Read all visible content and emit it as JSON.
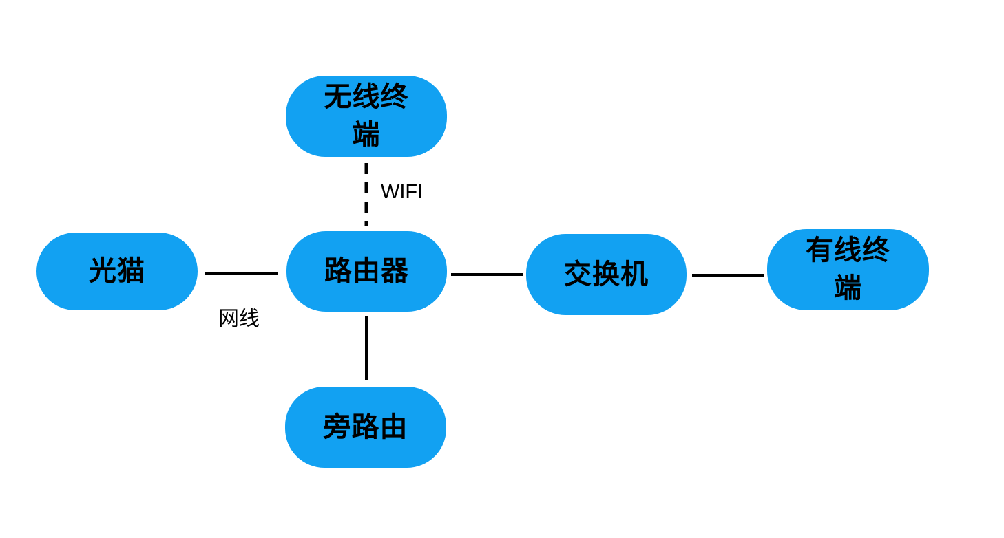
{
  "diagram": {
    "type": "network-topology",
    "colors": {
      "node_fill": "#12A1F2",
      "node_text": "#000000",
      "edge_line": "#000000",
      "background": "#FFFFFF"
    },
    "nodes": [
      {
        "id": "wireless-terminal",
        "label": "无线终\n端"
      },
      {
        "id": "optical-modem",
        "label": "光猫"
      },
      {
        "id": "router",
        "label": "路由器"
      },
      {
        "id": "switch",
        "label": "交换机"
      },
      {
        "id": "wired-terminal",
        "label": "有线终\n端"
      },
      {
        "id": "side-router",
        "label": "旁路由"
      }
    ],
    "edges": [
      {
        "from": "wireless-terminal",
        "to": "router",
        "style": "dashed",
        "label": "WIFI"
      },
      {
        "from": "optical-modem",
        "to": "router",
        "style": "solid",
        "label": "网线"
      },
      {
        "from": "router",
        "to": "switch",
        "style": "solid",
        "label": ""
      },
      {
        "from": "switch",
        "to": "wired-terminal",
        "style": "solid",
        "label": ""
      },
      {
        "from": "router",
        "to": "side-router",
        "style": "solid",
        "label": ""
      }
    ]
  }
}
